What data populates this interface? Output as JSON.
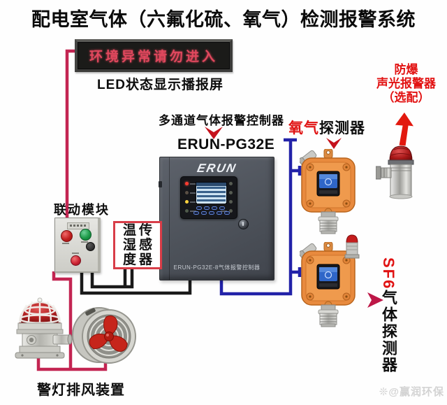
{
  "title": "配电室气体（六氟化硫、氧气）检测报警系统",
  "led_display": {
    "screen_text": "环境异常请勿进入",
    "caption": "LED状态显示播报屏"
  },
  "controller": {
    "caption": "多通道气体报警控制器",
    "model": "ERUN-PG32E",
    "brand_logo": "ERUN",
    "nameplate": "ERUN-PG32E-8气体报警控制器"
  },
  "oxygen_detector": {
    "label_gas": "氧气",
    "label_device": "探测器"
  },
  "optional_alarm": {
    "line1": "防爆",
    "line2": "声光报警器",
    "line3": "（选配）"
  },
  "linkage_module": {
    "caption": "联动模块"
  },
  "temp_humidity_sensor": {
    "row1": "温传",
    "row2": "湿感",
    "row3": "度器"
  },
  "sf6_detector": {
    "label_gas": "SF6",
    "label_device": "气体探测器"
  },
  "alarm_light_fan": {
    "caption": "警灯排风装置"
  },
  "watermark": {
    "icon": "❊",
    "text": "@赢润环保"
  },
  "colors": {
    "wire_power_red": "#c32552",
    "wire_signal_black": "#1a1a1a",
    "wire_bus_blue": "#2222a8",
    "label_red": "#e01212",
    "detector_orange": "#e88a3e"
  }
}
